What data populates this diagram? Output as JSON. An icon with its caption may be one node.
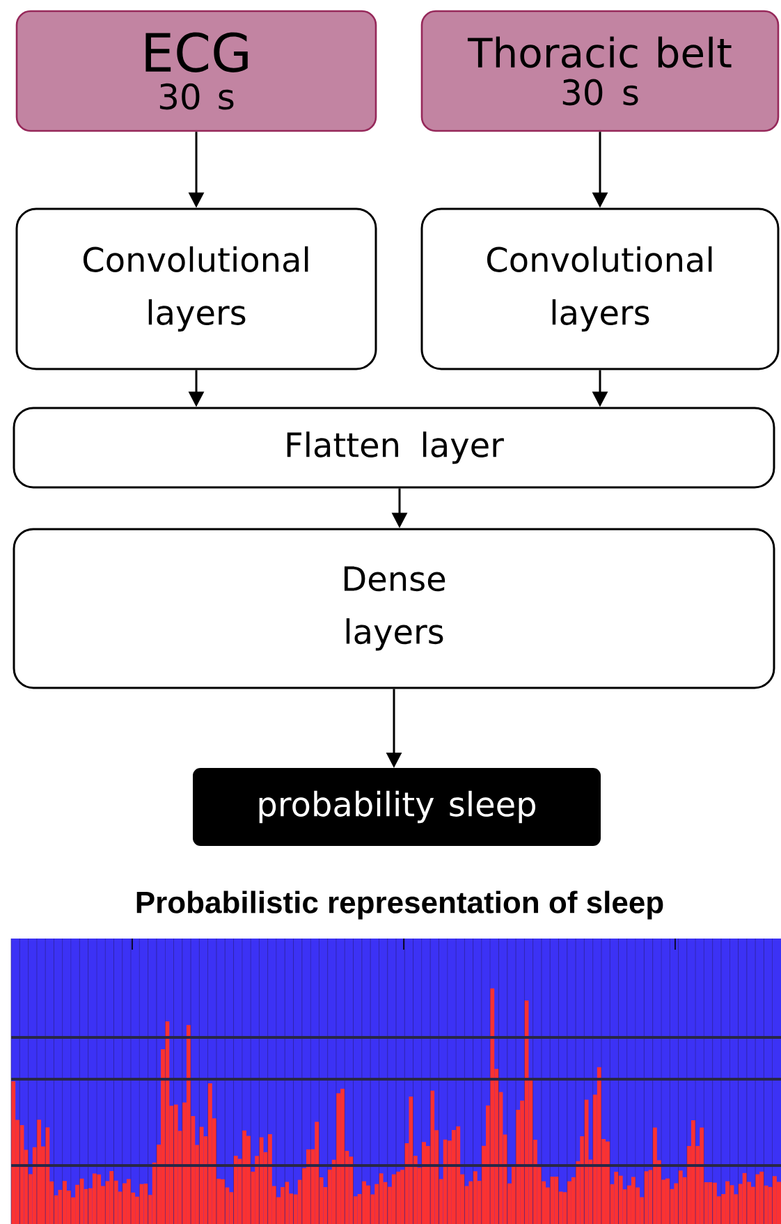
{
  "diagram": {
    "nodes": [
      {
        "text": [
          "ECG",
          "30 s"
        ]
      },
      {
        "text": [
          "Thoracic belt",
          "30 s"
        ]
      },
      {
        "text": [
          "Convolutional layers"
        ]
      },
      {
        "text": [
          "Convolutional layers"
        ]
      },
      {
        "text": [
          "Flatten layer"
        ]
      },
      {
        "text": [
          "Dense layers"
        ]
      },
      {
        "text": [
          "probability sleep"
        ]
      }
    ],
    "edges": [
      {
        "from": 0,
        "to": 2,
        "arrow": "to"
      },
      {
        "from": 1,
        "to": 3,
        "arrow": "to"
      },
      {
        "from": 2,
        "to": 4,
        "arrow": "to"
      },
      {
        "from": 3,
        "to": 4,
        "arrow": "to"
      },
      {
        "from": 4,
        "to": 5,
        "arrow": "to"
      },
      {
        "from": 5,
        "to": 6,
        "arrow": "to"
      }
    ],
    "labels": [
      "Probabilistic representation of sleep"
    ]
  }
}
